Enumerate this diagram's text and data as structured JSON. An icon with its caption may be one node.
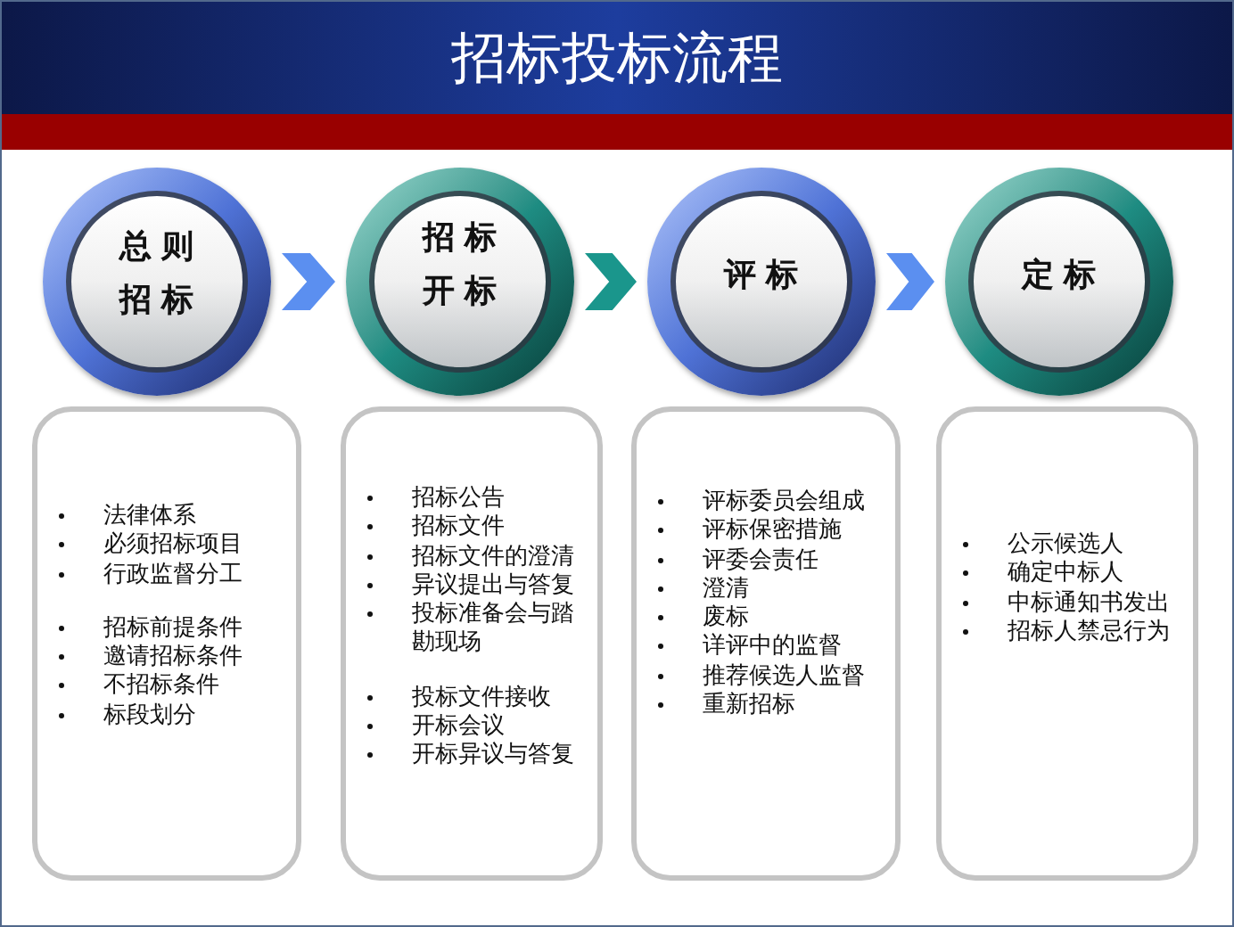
{
  "diagram": {
    "title": "招标投标流程",
    "nodes": [
      {
        "text": [
          "总则招标"
        ]
      },
      {
        "text": [
          "招标开标"
        ]
      },
      {
        "text": [
          "评标"
        ]
      },
      {
        "text": [
          "定标"
        ]
      },
      {
        "text": [
          "法律体系",
          "必须招标项目",
          "行政监督分工",
          "招标前提条件",
          "邀请招标条件",
          "不招标条件",
          "标段划分"
        ]
      },
      {
        "text": [
          "招标公告",
          "招标文件",
          "招标文件的澄清",
          "异议提出与答复",
          "投标准备会与踏勘现场",
          "投标文件接收",
          "开标会议",
          "开标异议与答复"
        ]
      },
      {
        "text": [
          "评标委员会组成",
          "评标保密措施",
          "评委会责任",
          "澄清",
          "废标",
          "详评中的监督",
          "推荐候选人监督",
          "重新招标"
        ]
      },
      {
        "text": [
          "公示候选人",
          "确定中标人",
          "中标通知书发出",
          "招标人禁忌行为"
        ]
      }
    ],
    "edges": [
      {
        "from": 0,
        "to": 1,
        "arrow": "to"
      },
      {
        "from": 1,
        "to": 2,
        "arrow": "to",
        "color": "#1a968c"
      },
      {
        "from": 2,
        "to": 3,
        "arrow": "to"
      }
    ]
  }
}
